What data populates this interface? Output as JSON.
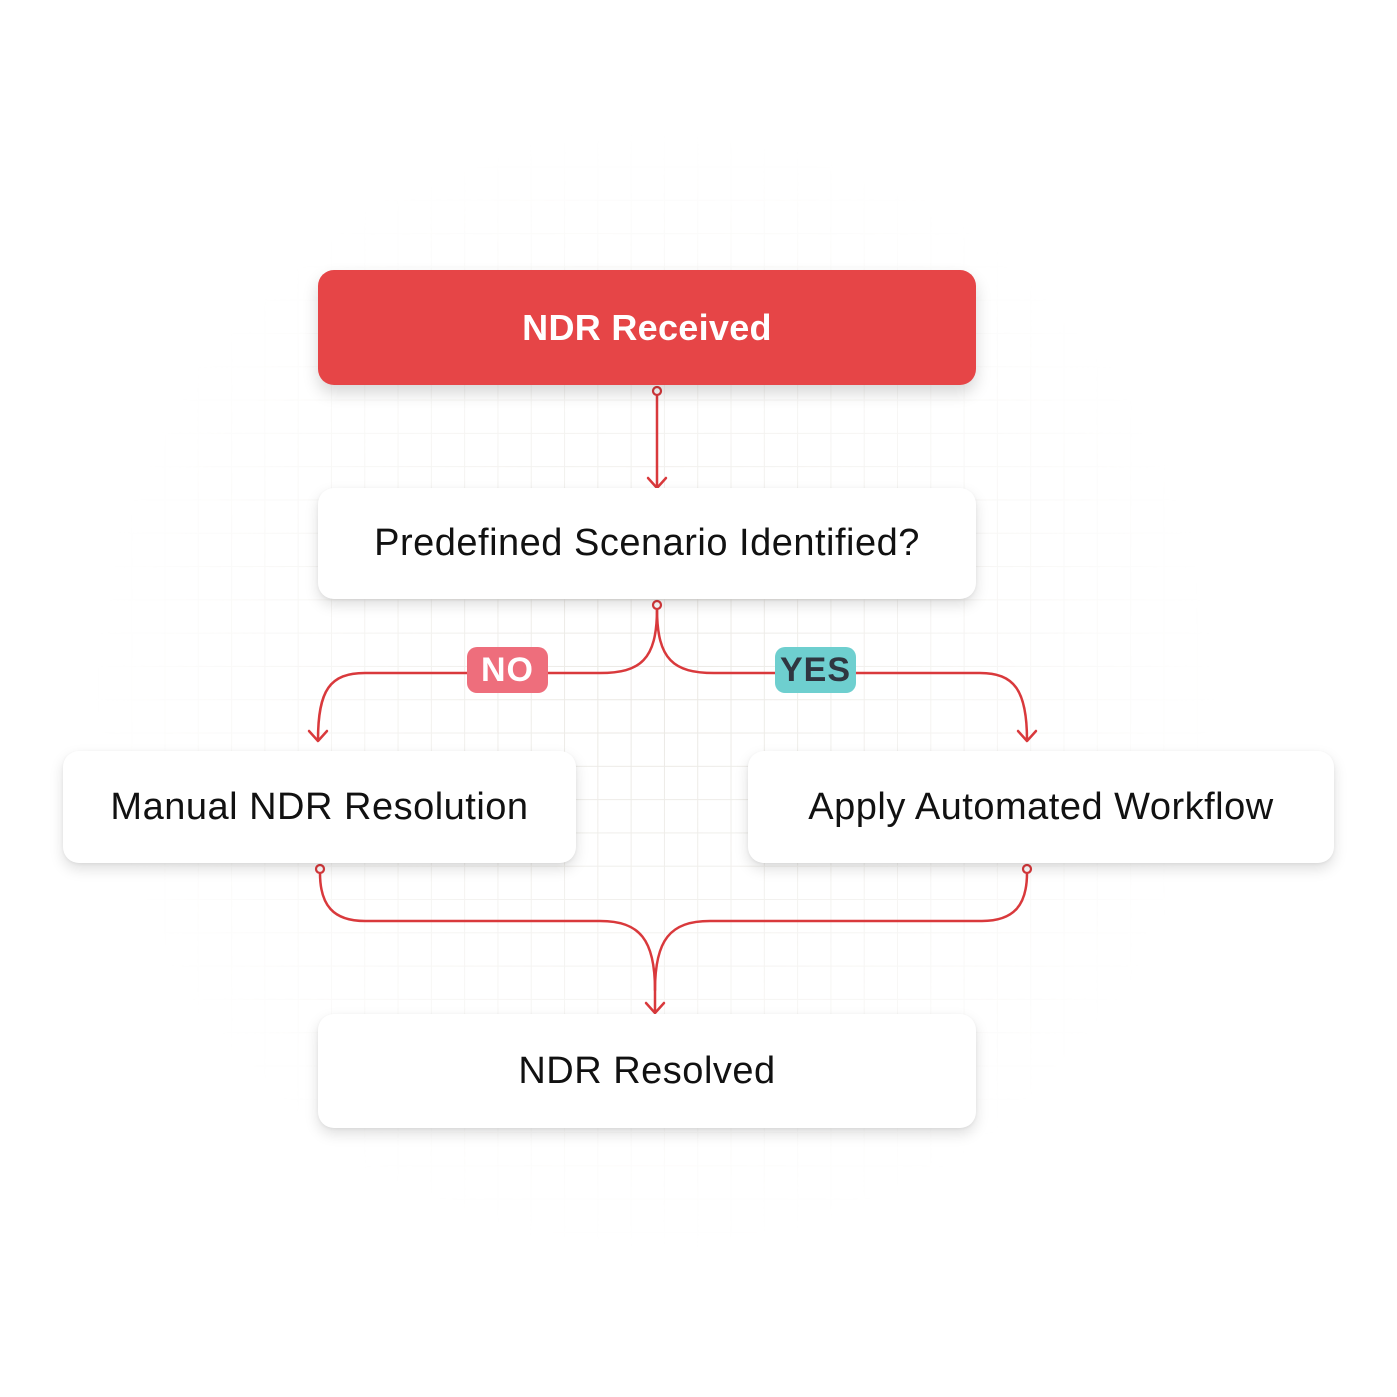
{
  "diagram": {
    "type": "flowchart",
    "colors": {
      "accent": "#e64547",
      "connector": "#d9393c",
      "no_badge": "#ee6e7c",
      "yes_badge": "#6ecfcf",
      "node_bg": "#ffffff",
      "text": "#111111"
    },
    "nodes": {
      "start": {
        "label": "NDR Received"
      },
      "decision": {
        "label": "Predefined Scenario Identified?"
      },
      "manual": {
        "label": "Manual NDR Resolution"
      },
      "automated": {
        "label": "Apply Automated Workflow"
      },
      "end": {
        "label": "NDR Resolved"
      }
    },
    "branches": {
      "no": {
        "label": "NO",
        "target": "Manual NDR Resolution"
      },
      "yes": {
        "label": "YES",
        "target": "Apply Automated Workflow"
      }
    },
    "edges": [
      {
        "from": "NDR Received",
        "to": "Predefined Scenario Identified?"
      },
      {
        "from": "Predefined Scenario Identified?",
        "to": "Manual NDR Resolution",
        "label": "NO"
      },
      {
        "from": "Predefined Scenario Identified?",
        "to": "Apply Automated Workflow",
        "label": "YES"
      },
      {
        "from": "Manual NDR Resolution",
        "to": "NDR Resolved"
      },
      {
        "from": "Apply Automated Workflow",
        "to": "NDR Resolved"
      }
    ]
  }
}
